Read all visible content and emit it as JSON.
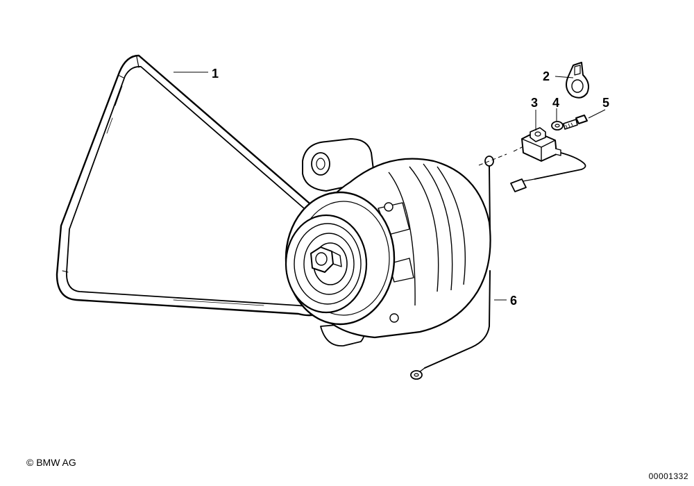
{
  "callouts": [
    "1",
    "2",
    "3",
    "4",
    "5",
    "6"
  ],
  "copyright": "© BMW AG",
  "drawing_number": "00001332"
}
